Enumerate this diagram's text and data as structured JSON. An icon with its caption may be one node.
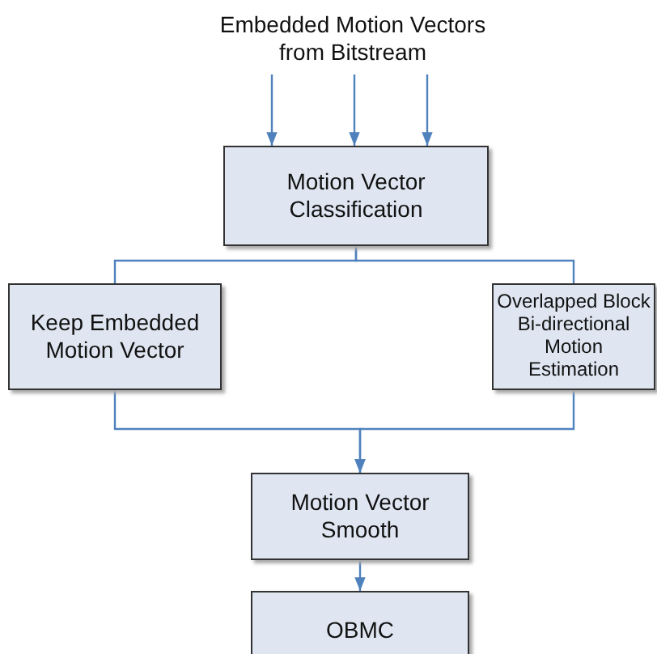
{
  "diagram": {
    "nodes": [
      {
        "text": [
          "Embedded Motion Vectors from Bitstream"
        ]
      },
      {
        "text": [
          "Motion Vector Classification"
        ]
      },
      {
        "text": [
          "Keep Embedded Motion Vector"
        ]
      },
      {
        "text": [
          "Overlapped Block Bi-directional Motion Estimation"
        ]
      },
      {
        "text": [
          "Motion Vector Smooth"
        ]
      },
      {
        "text": [
          "OBMC"
        ]
      }
    ],
    "edges": [
      {
        "from": 0,
        "to": 1,
        "arrow": "to"
      },
      {
        "from": 0,
        "to": 1,
        "arrow": "to"
      },
      {
        "from": 0,
        "to": 1,
        "arrow": "to"
      },
      {
        "from": 1,
        "to": 2,
        "arrow": "none"
      },
      {
        "from": 1,
        "to": 3,
        "arrow": "none"
      },
      {
        "from": 2,
        "to": 4,
        "arrow": "to"
      },
      {
        "from": 3,
        "to": 4,
        "arrow": "to"
      },
      {
        "from": 4,
        "to": 5,
        "arrow": "to"
      }
    ]
  }
}
